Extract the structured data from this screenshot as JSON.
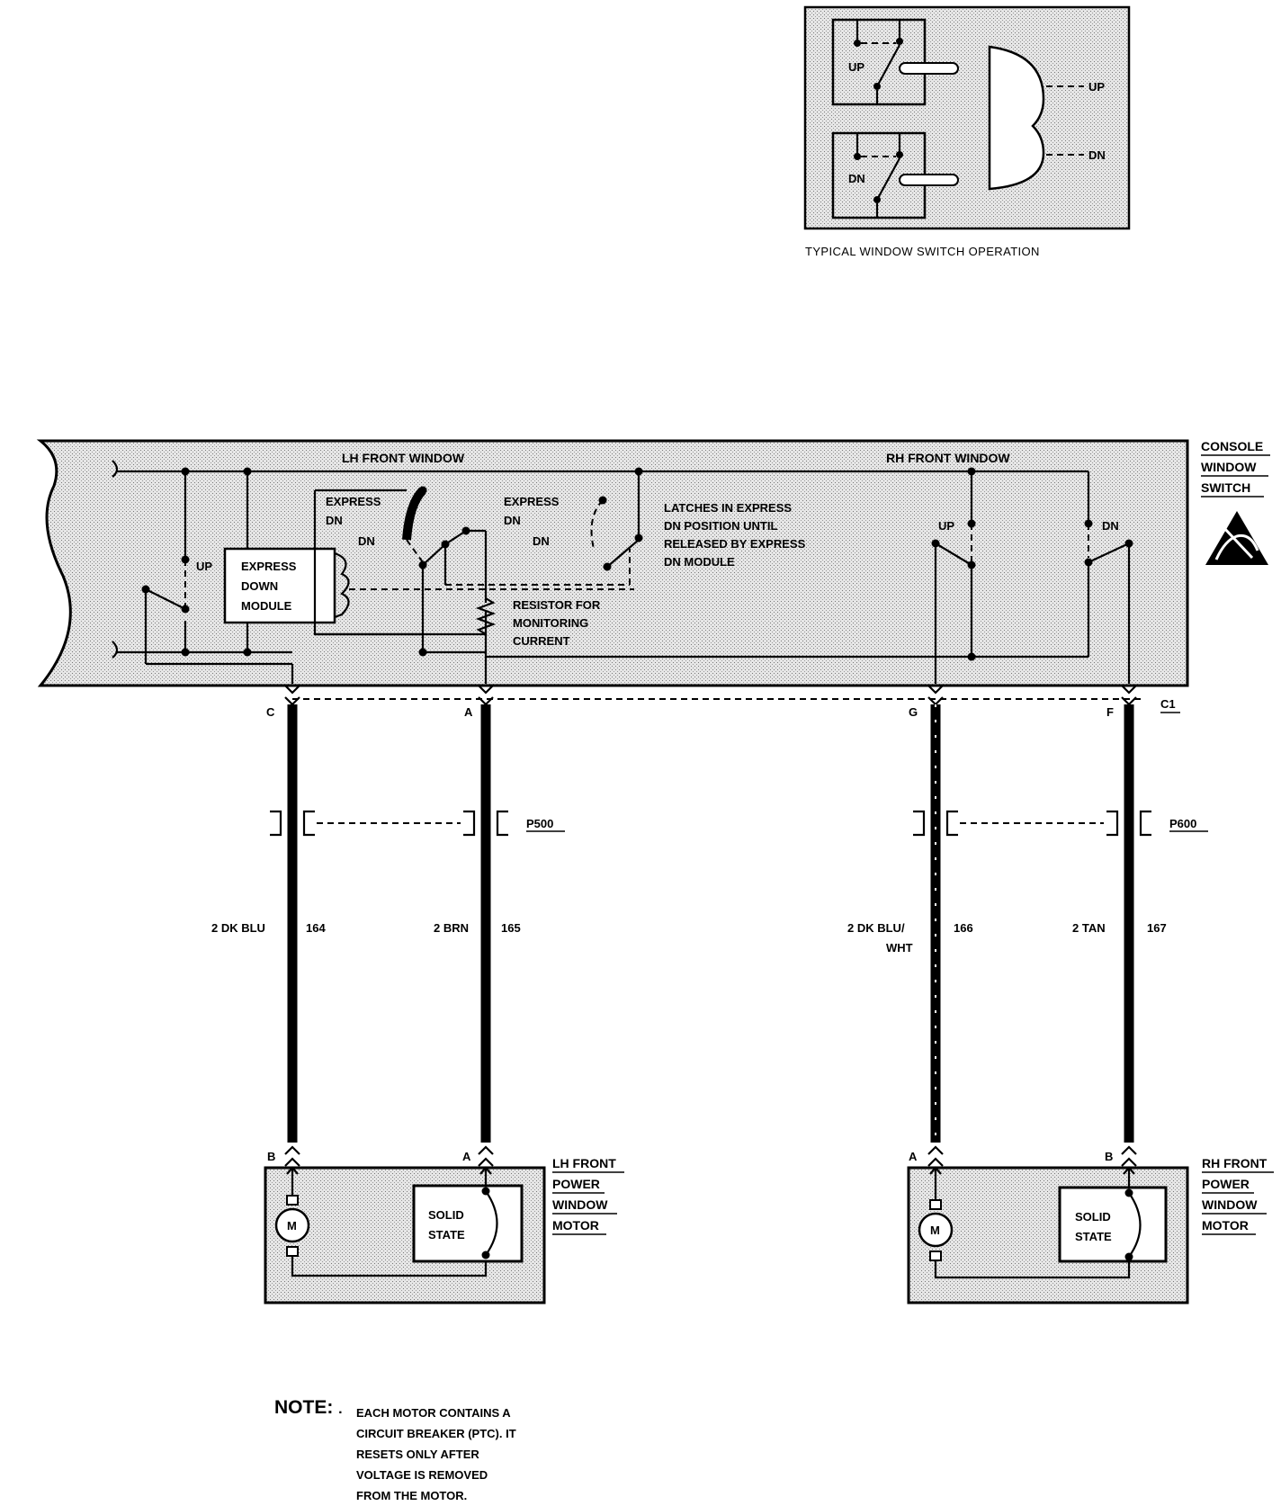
{
  "inset": {
    "up_label": "UP",
    "dn_label": "DN",
    "arrow_up_label": "UP",
    "arrow_dn_label": "DN",
    "caption": "TYPICAL WINDOW SWITCH OPERATION"
  },
  "console_switch": {
    "title_lines": [
      "CONSOLE",
      "WINDOW",
      "SWITCH"
    ],
    "lh_front_window": "LH FRONT WINDOW",
    "rh_front_window": "RH FRONT WINDOW",
    "express_dn_1": [
      "EXPRESS",
      "DN"
    ],
    "express_dn_2": [
      "EXPRESS",
      "DN"
    ],
    "dn_a": "DN",
    "dn_b": "DN",
    "up_left": "UP",
    "module_lines": [
      "EXPRESS",
      "DOWN",
      "MODULE"
    ],
    "latch_note": [
      "LATCHES IN EXPRESS",
      "DN POSITION UNTIL",
      "RELEASED BY EXPRESS",
      "DN MODULE"
    ],
    "resistor_note": [
      "RESISTOR FOR",
      "MONITORING",
      "CURRENT"
    ],
    "rh_up": "UP",
    "rh_dn": "DN",
    "connector_name": "C1"
  },
  "pins_top": [
    "C",
    "A",
    "G",
    "F"
  ],
  "inline_connectors": [
    "P500",
    "P600"
  ],
  "wires": [
    {
      "gauge_color": [
        "2 DK BLU"
      ],
      "circuit": "164"
    },
    {
      "gauge_color": [
        "2 BRN"
      ],
      "circuit": "165"
    },
    {
      "gauge_color": [
        "2 DK BLU/",
        "WHT"
      ],
      "circuit": "166"
    },
    {
      "gauge_color": [
        "2 TAN"
      ],
      "circuit": "167"
    }
  ],
  "pins_bottom": [
    "B",
    "A",
    "A",
    "B"
  ],
  "motors": [
    {
      "title_lines": [
        "LH FRONT",
        "POWER",
        "WINDOW",
        "MOTOR"
      ],
      "motor_symbol": "M",
      "solid_state": [
        "SOLID",
        "STATE"
      ]
    },
    {
      "title_lines": [
        "RH FRONT",
        "POWER",
        "WINDOW",
        "MOTOR"
      ],
      "motor_symbol": "M",
      "solid_state": [
        "SOLID",
        "STATE"
      ]
    }
  ],
  "note": {
    "heading": "NOTE:",
    "marker": ".",
    "text": "EACH MOTOR CONTAINS A\nCIRCUIT BREAKER (PTC). IT\nRESETS ONLY AFTER\nVOLTAGE IS REMOVED\nFROM THE MOTOR."
  },
  "colors": {
    "ink": "#000000",
    "shade": "#d6d6d6",
    "paper": "#ffffff"
  }
}
